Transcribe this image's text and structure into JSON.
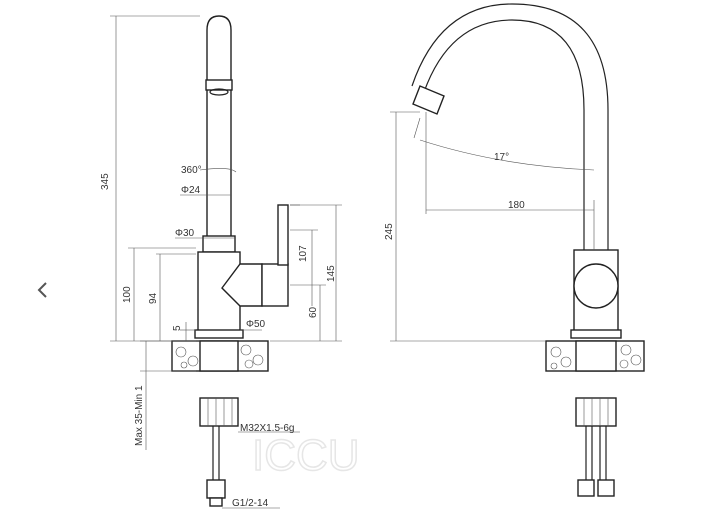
{
  "navigation": {
    "prev_icon": "chevron-left-icon"
  },
  "watermark": {
    "text": "ICCU"
  },
  "front_view": {
    "height_total": "345",
    "rotation": "360°",
    "spout_diameter": "Φ24",
    "base_diameter": "Φ30",
    "body_height": "100",
    "neck_height": "94",
    "base_ring": "5",
    "handle_diameter": "Φ50",
    "handle_height_top": "107",
    "handle_height_total": "145",
    "handle_height_low": "60",
    "max_thickness": "Max 35-Min 1",
    "thread_mount": "M32X1.5-6g",
    "thread_inlet": "G1/2-14"
  },
  "side_view": {
    "spout_angle": "17°",
    "reach": "180",
    "spout_height": "245"
  },
  "colors": {
    "line": "#222222",
    "dimension": "#333333",
    "watermark": "#e6e6e6"
  }
}
